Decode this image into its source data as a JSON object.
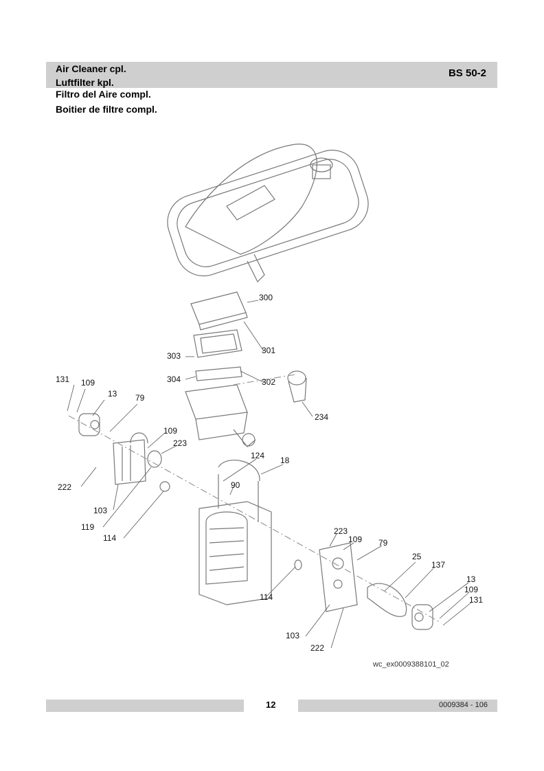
{
  "header": {
    "titles": [
      "Air Cleaner cpl.",
      "Luftfilter kpl.",
      "Filtro del Aire compl.",
      "Boitier de filtre compl."
    ],
    "model": "BS 50-2"
  },
  "figure": {
    "id": "wc_ex0009388101_02",
    "part_labels": [
      "300",
      "301",
      "303",
      "302",
      "304",
      "234",
      "131",
      "109",
      "13",
      "79",
      "109",
      "223",
      "124",
      "18",
      "90",
      "222",
      "103",
      "119",
      "114",
      "223",
      "109",
      "79",
      "25",
      "137",
      "13",
      "109",
      "131",
      "114",
      "103",
      "222"
    ]
  },
  "footer": {
    "page": "12",
    "doc_number": "0009384 - 106"
  }
}
